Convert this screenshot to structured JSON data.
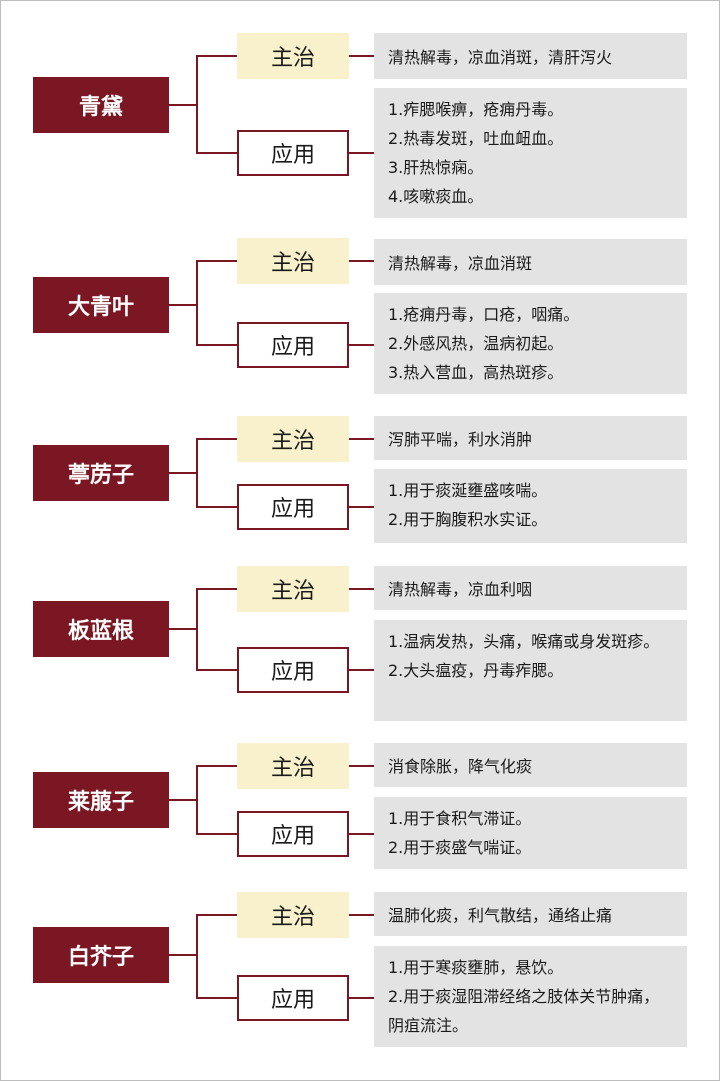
{
  "labels": {
    "zhuzhi": "主治",
    "yingyong": "应用"
  },
  "herbs": [
    {
      "name": "青黛",
      "zhuzhi": "清热解毒，凉血消斑，清肝泻火",
      "yingyong": [
        "1.痄腮喉痹，疮痈丹毒。",
        "2.热毒发斑，吐血衄血。",
        "3.肝热惊痫。",
        "4.咳嗽痰血。"
      ]
    },
    {
      "name": "大青叶",
      "zhuzhi": "清热解毒，凉血消斑",
      "yingyong": [
        "1.疮痈丹毒，口疮，咽痛。",
        "2.外感风热，温病初起。",
        "3.热入营血，高热斑疹。"
      ]
    },
    {
      "name": "葶苈子",
      "zhuzhi": "泻肺平喘，利水消肿",
      "yingyong": [
        "1.用于痰涎壅盛咳喘。",
        "2.用于胸腹积水实证。"
      ]
    },
    {
      "name": "板蓝根",
      "zhuzhi": "清热解毒，凉血利咽",
      "yingyong": [
        "1.温病发热，头痛，喉痛或身发斑疹。",
        "2.大头瘟疫，丹毒痄腮。"
      ]
    },
    {
      "name": "莱菔子",
      "zhuzhi": "消食除胀，降气化痰",
      "yingyong": [
        "1.用于食积气滞证。",
        "2.用于痰盛气喘证。"
      ]
    },
    {
      "name": "白芥子",
      "zhuzhi": "温肺化痰，利气散结，通络止痛",
      "yingyong": [
        "1.用于寒痰壅肺，悬饮。",
        "2.用于痰湿阻滞经络之肢体关节肿痛，阴疽流注。"
      ]
    }
  ]
}
